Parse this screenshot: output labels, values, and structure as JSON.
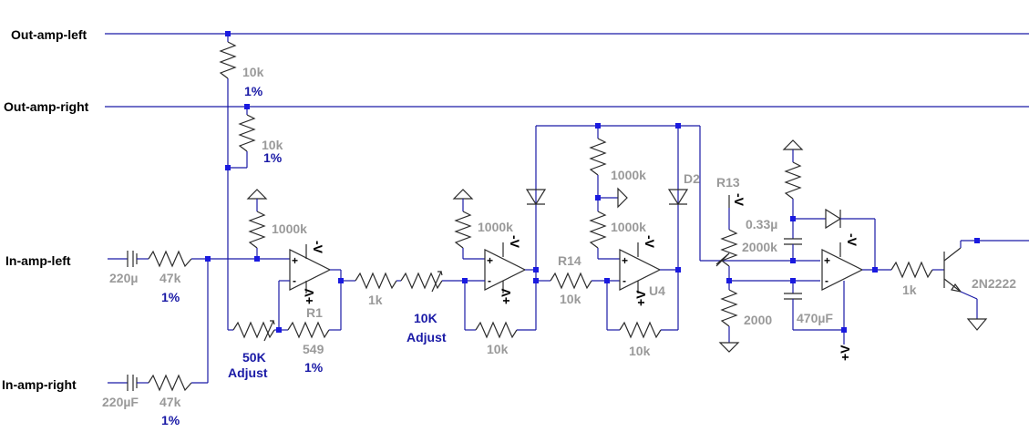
{
  "nets": {
    "out_left": "Out-amp-left",
    "out_right": "Out-amp-right",
    "in_left": "In-amp-left",
    "in_right": "In-amp-right"
  },
  "parts": {
    "r_top1_val": "10k",
    "r_top1_tol": "1%",
    "r_top2_val": "10k",
    "r_top2_tol": "1%",
    "c_in_left": "220µ",
    "r_in_left_val": "47k",
    "r_in_left_tol": "1%",
    "c_in_right": "220µF",
    "r_in_right_val": "47k",
    "r_in_right_tol": "1%",
    "r_pd1": "1000k",
    "pot1_val": "50K",
    "pot1_adj": "Adjust",
    "r1_name": "R1",
    "r1_val": "549",
    "r1_tol": "1%",
    "r_s1": "1k",
    "pot2_val": "10K",
    "pot2_adj": "Adjust",
    "r_pd2": "1000k",
    "r_fb2": "10k",
    "r14_name": "R14",
    "r14_val": "10k",
    "r_div1": "1000k",
    "r_div2": "1000k",
    "u4_name": "U4",
    "r_fb3": "10k",
    "d2_name": "D2",
    "r13_name": "R13",
    "r13_val": "2000k",
    "r_2000": "2000",
    "c_033": "0.33µ",
    "c_470": "470µF",
    "r_base": "1k",
    "q_name": "2N2222"
  },
  "pins": {
    "plus": "+",
    "minus": "-",
    "supply_neg": "-V",
    "supply_pos": "+V"
  }
}
